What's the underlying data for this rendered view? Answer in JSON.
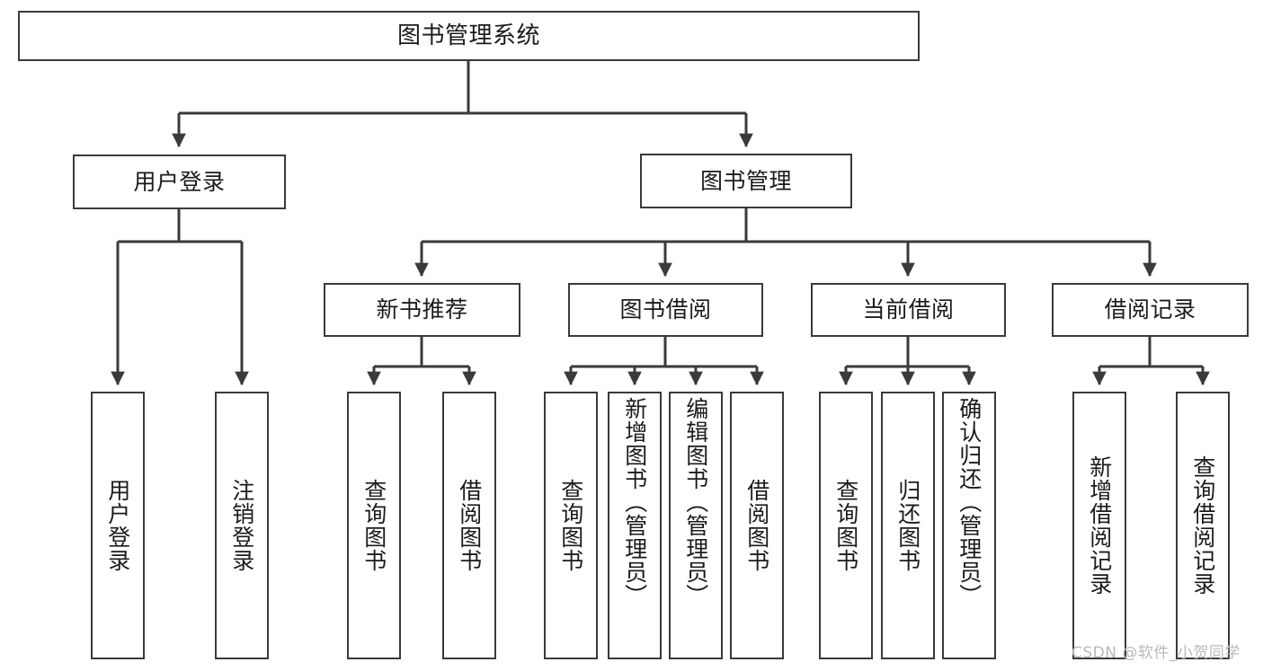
{
  "diagram": {
    "title": "图书管理系统",
    "type": "tree-hierarchy",
    "watermark": "CSDN @软件_小贺同学",
    "accent_color": "#3a3a3a",
    "background_color": "#ffffff",
    "nodes": {
      "root": {
        "label": "图书管理系统"
      },
      "level2": [
        {
          "id": "user-login",
          "label": "用户登录"
        },
        {
          "id": "book-management",
          "label": "图书管理"
        }
      ],
      "level3": [
        {
          "id": "new-book-recommend",
          "label": "新书推荐",
          "parent": "book-management"
        },
        {
          "id": "book-borrow",
          "label": "图书借阅",
          "parent": "book-management"
        },
        {
          "id": "current-borrow",
          "label": "当前借阅",
          "parent": "book-management"
        },
        {
          "id": "borrow-record",
          "label": "借阅记录",
          "parent": "book-management"
        }
      ],
      "leaves": {
        "user-login": [
          {
            "id": "leaf-user-login",
            "label": "用户登录"
          },
          {
            "id": "leaf-user-logout",
            "label": "注销登录"
          }
        ],
        "new-book-recommend": [
          {
            "id": "leaf-query-book-1",
            "label": "查询图书"
          },
          {
            "id": "leaf-borrow-book-1",
            "label": "借阅图书"
          }
        ],
        "book-borrow": [
          {
            "id": "leaf-query-book-2",
            "label": "查询图书"
          },
          {
            "id": "leaf-add-book",
            "label": "新增图书（管理员）"
          },
          {
            "id": "leaf-edit-book",
            "label": "编辑图书（管理员）"
          },
          {
            "id": "leaf-borrow-book-2",
            "label": "借阅图书"
          }
        ],
        "current-borrow": [
          {
            "id": "leaf-query-book-3",
            "label": "查询图书"
          },
          {
            "id": "leaf-return-book",
            "label": "归还图书"
          },
          {
            "id": "leaf-confirm-return",
            "label": "确认归还（管理员）"
          }
        ],
        "borrow-record": [
          {
            "id": "leaf-add-record",
            "label": "新增借阅记录"
          },
          {
            "id": "leaf-query-record",
            "label": "查询借阅记录"
          }
        ]
      }
    }
  }
}
